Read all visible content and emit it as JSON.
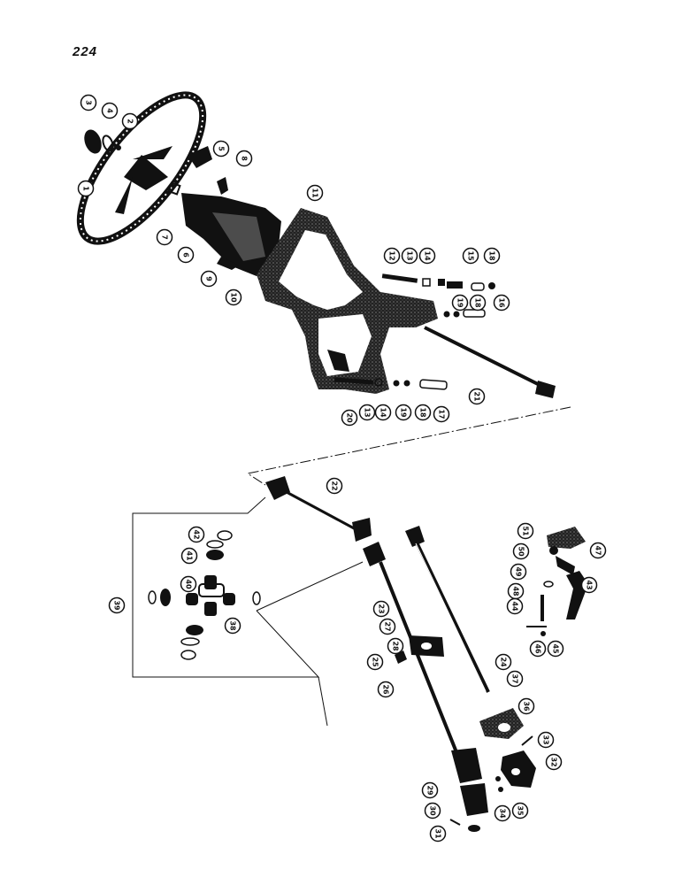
{
  "page_number": "224",
  "colors": {
    "ink": "#111111",
    "paper": "#ffffff"
  },
  "callouts": [
    {
      "id": "c1",
      "label": "1"
    },
    {
      "id": "c2",
      "label": "2"
    },
    {
      "id": "c3",
      "label": "3"
    },
    {
      "id": "c4",
      "label": "4"
    },
    {
      "id": "c5",
      "label": "5"
    },
    {
      "id": "c6",
      "label": "6"
    },
    {
      "id": "c7",
      "label": "7"
    },
    {
      "id": "c8",
      "label": "8"
    },
    {
      "id": "c9",
      "label": "9"
    },
    {
      "id": "c10",
      "label": "10"
    },
    {
      "id": "c11",
      "label": "11"
    },
    {
      "id": "c12",
      "label": "12"
    },
    {
      "id": "c13a",
      "label": "13"
    },
    {
      "id": "c14a",
      "label": "14"
    },
    {
      "id": "c15",
      "label": "15"
    },
    {
      "id": "c18a",
      "label": "18"
    },
    {
      "id": "c19a",
      "label": "19"
    },
    {
      "id": "c18b",
      "label": "18"
    },
    {
      "id": "c16",
      "label": "16"
    },
    {
      "id": "c20",
      "label": "20"
    },
    {
      "id": "c13b",
      "label": "13"
    },
    {
      "id": "c14b",
      "label": "14"
    },
    {
      "id": "c19b",
      "label": "19"
    },
    {
      "id": "c18c",
      "label": "18"
    },
    {
      "id": "c17",
      "label": "17"
    },
    {
      "id": "c21",
      "label": "21"
    },
    {
      "id": "c22",
      "label": "22"
    },
    {
      "id": "c42",
      "label": "42"
    },
    {
      "id": "c41",
      "label": "41"
    },
    {
      "id": "c40",
      "label": "40"
    },
    {
      "id": "c39",
      "label": "39"
    },
    {
      "id": "c38",
      "label": "38"
    },
    {
      "id": "c23",
      "label": "23"
    },
    {
      "id": "c27",
      "label": "27"
    },
    {
      "id": "c28a",
      "label": "28"
    },
    {
      "id": "c25",
      "label": "25"
    },
    {
      "id": "c26",
      "label": "26"
    },
    {
      "id": "c24",
      "label": "24"
    },
    {
      "id": "c37",
      "label": "37"
    },
    {
      "id": "c36",
      "label": "36"
    },
    {
      "id": "c33",
      "label": "33"
    },
    {
      "id": "c32",
      "label": "32"
    },
    {
      "id": "c29",
      "label": "29"
    },
    {
      "id": "c30",
      "label": "30"
    },
    {
      "id": "c31",
      "label": "31"
    },
    {
      "id": "c34",
      "label": "34"
    },
    {
      "id": "c35",
      "label": "35"
    },
    {
      "id": "c51",
      "label": "51"
    },
    {
      "id": "c50",
      "label": "50"
    },
    {
      "id": "c49",
      "label": "49"
    },
    {
      "id": "c48",
      "label": "48"
    },
    {
      "id": "c47",
      "label": "47"
    },
    {
      "id": "c43",
      "label": "43"
    },
    {
      "id": "c44",
      "label": "44"
    },
    {
      "id": "c46",
      "label": "46"
    },
    {
      "id": "c45",
      "label": "45"
    }
  ]
}
